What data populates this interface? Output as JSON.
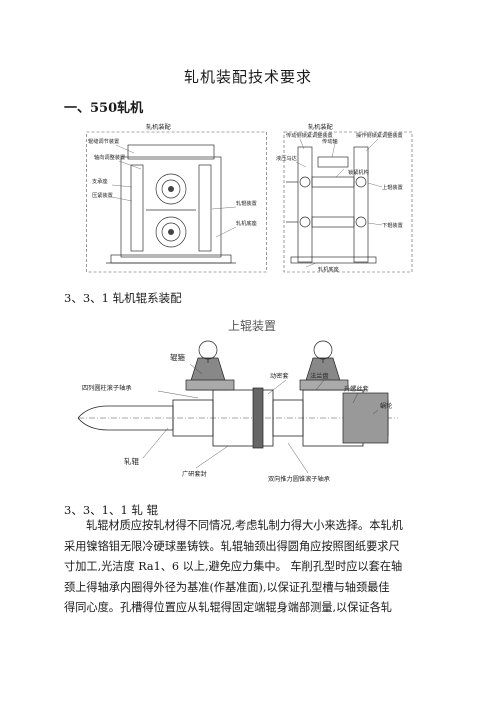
{
  "doc": {
    "title": "轧机装配技术要求",
    "section1": "一、550轧机",
    "fig1": {
      "left_title": "轧机装配",
      "right_title": "轧机装配",
      "left_labels": [
        "辊缝调节装置",
        "轴向调整装置",
        "支承座",
        "压紧装置",
        "轧辊装置",
        "轧机底座"
      ],
      "right_labels": [
        "传动侧锁紧调整装置",
        "传动轴",
        "锁紧机构",
        "操作侧锁紧调整装置",
        "液压马达",
        "上辊装置",
        "下辊装置",
        "轧机底座"
      ]
    },
    "sub1": "3、3、1 轧机辊系装配",
    "fig2": {
      "title": "上辊装置",
      "labels": {
        "roll_ring": "辊箍",
        "four_row_bearing": "四列圆柱滚子轴承",
        "rolling_roll": "轧辊",
        "spacer": "广研套封",
        "lock_sleeve": "动密套",
        "flange": "法兰盘",
        "seal_washer": "升螺丝套",
        "worm_gear": "蜗轮",
        "thrust_bearing": "双向推力圆锥滚子轴承"
      }
    },
    "sub2": "3、3、1、1 轧 辊",
    "paragraph_lines": [
      "轧辊材质应按轧材得不同情况,考虑轧制力得大小来选择。本轧机",
      "采用镍铬钼无限冷硬球墨铸铁。轧辊轴颈出得圆角应按照图纸要求尺",
      "寸加工,光洁度 Ra1、6 以上,避免应力集中。 车削孔型时应以套在轴",
      "颈上得轴承内圈得外径为基准(作基准面),以保证孔型槽与轴颈最佳",
      "得同心度。孔槽得位置应从轧辊得固定端辊身端部测量,以保证各轧"
    ]
  }
}
